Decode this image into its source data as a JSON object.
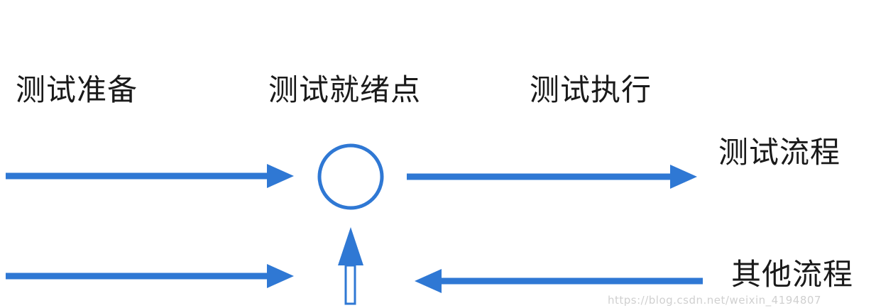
{
  "labels": {
    "prep": "测试准备",
    "ready_point": "测试就绪点",
    "execution": "测试执行",
    "test_flow": "测试流程",
    "other_flow": "其他流程"
  },
  "watermark": "https://blog.csdn.net/weixin_4194807",
  "colors": {
    "arrow": "#2f78d4",
    "text": "#1a1a1a",
    "background": "#ffffff"
  }
}
